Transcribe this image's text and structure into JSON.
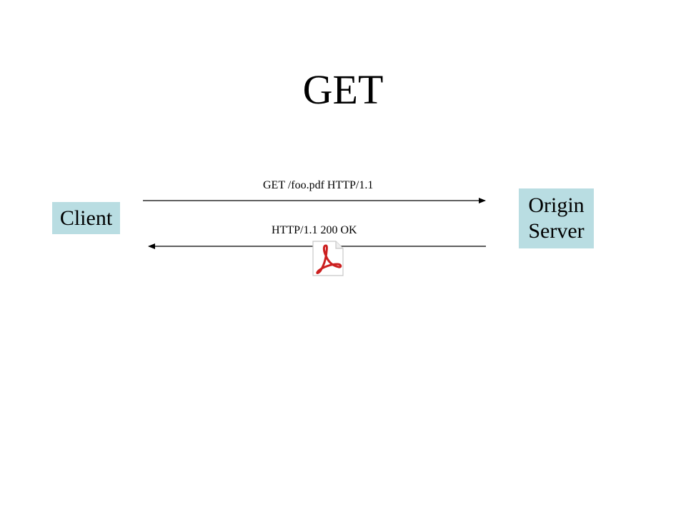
{
  "slide": {
    "title": "GET"
  },
  "nodes": {
    "client": "Client",
    "server_line1": "Origin",
    "server_line2": "Server"
  },
  "messages": {
    "request": "GET /foo.pdf HTTP/1.1",
    "response": "HTTP/1.1 200 OK"
  },
  "icons": {
    "document": "pdf-file-icon",
    "document_color": "#cc1f1f"
  },
  "colors": {
    "node_fill": "#b9dde2",
    "line": "#000000"
  }
}
